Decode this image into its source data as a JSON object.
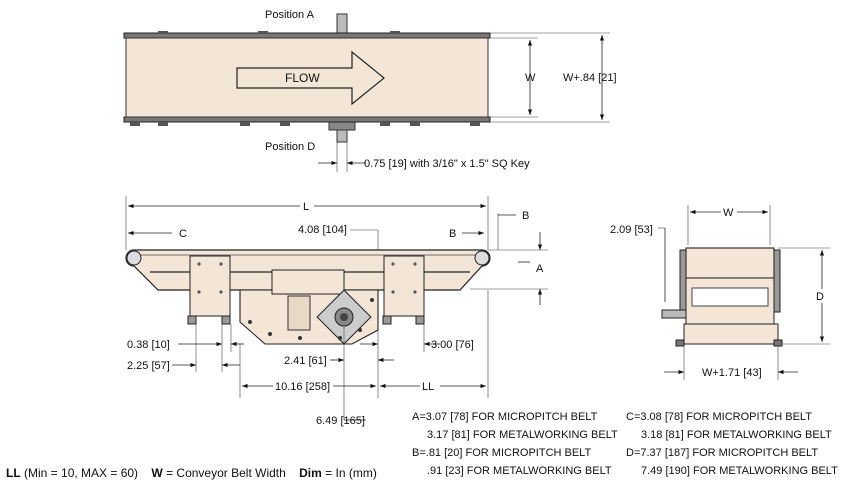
{
  "top_view": {
    "position_a": "Position A",
    "position_d": "Position D",
    "flow": "FLOW",
    "w": "W",
    "w_plus": "W+.84 [21]",
    "shaft_key": "0.75 [19] with 3/16\" x 1.5\" SQ Key"
  },
  "side_view": {
    "l": "L",
    "c": "C",
    "b1": "B",
    "b2": "B",
    "a": "A",
    "d": "D",
    "dim_408": "4.08 [104]",
    "dim_038": "0.38 [10]",
    "dim_225": "2.25 [57]",
    "dim_241": "2.41 [61]",
    "dim_300": "3.00 [76]",
    "dim_1016": "10.16 [258]",
    "ll": "LL",
    "dim_649": "6.49 [165]"
  },
  "end_view": {
    "w": "W",
    "dim_209": "2.09 [53]",
    "w_plus": "W+1.71 [43]"
  },
  "notes": {
    "a1": "A=3.07 [78] FOR MICROPITCH BELT",
    "a2": "3.17 [81] FOR METALWORKING BELT",
    "b1": "B=.81 [20] FOR MICROPITCH BELT",
    "b2": ".91 [23] FOR METALWORKING BELT",
    "c1": "C=3.08 [78] FOR MICROPITCH BELT",
    "c2": "3.18 [81] FOR METALWORKING BELT",
    "d1": "D=7.37 [187] FOR MICROPITCH BELT",
    "d2": "7.49 [190] FOR METALWORKING BELT"
  },
  "legend": {
    "ll_key": "LL",
    "ll_text": " (Min = 10, MAX = 60)",
    "w_key": "W",
    "w_text": " = Conveyor Belt Width",
    "dim_key": "Dim",
    "dim_text": " = In (mm)"
  },
  "colors": {
    "belt": "#f4e6d6",
    "line": "#222222"
  }
}
